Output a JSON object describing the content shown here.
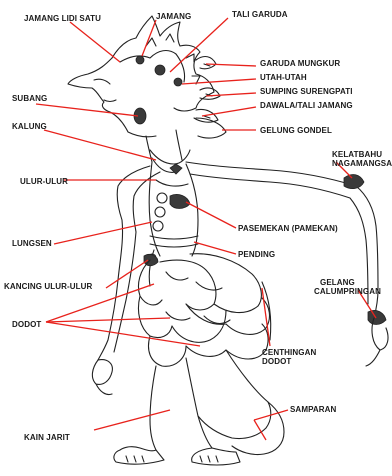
{
  "labels": {
    "jamang_lidi_satu": "JAMANG LIDI SATU",
    "jamang": "JAMANG",
    "tali_garuda": "TALI GARUDA",
    "garuda_mungkur": "GARUDA MUNGKUR",
    "utah_utah": "UTAH-UTAH",
    "subang": "SUBANG",
    "sumping_surengpati": "SUMPING SURENGPATI",
    "dawala_tali_jamang": "DAWALA/TALI JAMANG",
    "kalung": "KALUNG",
    "geluns_gondel": "GELUNG GONDEL",
    "kelatbahu_1": "KELATBAHU",
    "kelatbahu_2": "NAGAMANGSA",
    "ulur_ulur": "ULUR-ULUR",
    "pasemekan": "PASEMEKAN (PAMEKAN)",
    "lungsen": "LUNGSEN",
    "pending": "PENDING",
    "kancing_ulur_ulur": "KANCING ULUR-ULUR",
    "gelang_1": "GELANG",
    "gelang_2": "CALUMPRINGAN",
    "dodot": "DODOT",
    "centhingan_1": "CENTHINGAN",
    "centhingan_2": "DODOT",
    "samparan": "SAMPARAN",
    "kain_jarit": "KAIN JARIT"
  },
  "colors": {
    "leader_line": "#e8221c",
    "ink": "#222222",
    "background": "#ffffff"
  }
}
